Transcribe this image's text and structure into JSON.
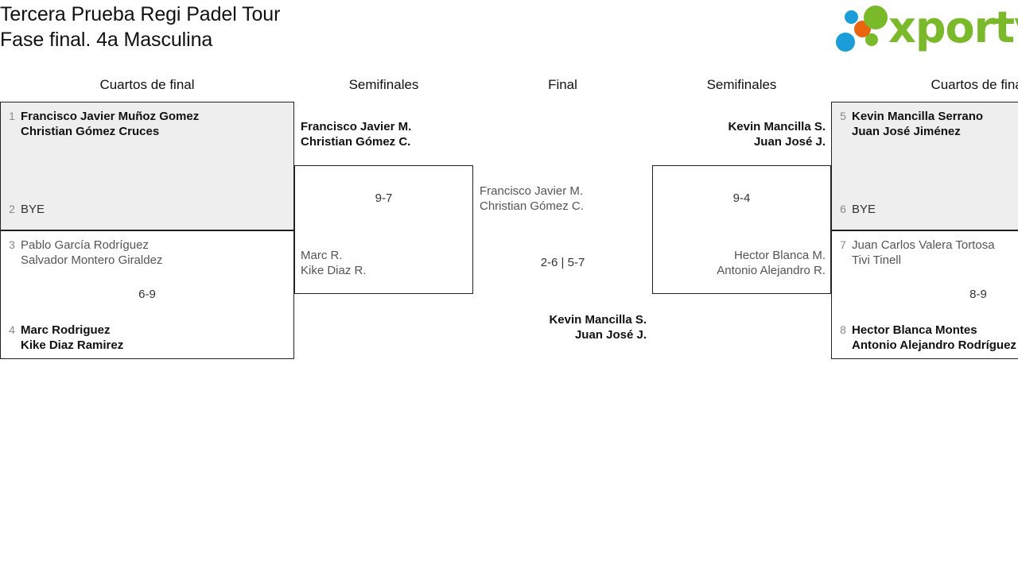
{
  "header": {
    "title": "Tercera Prueba Regi Padel Tour\nFase final. 4a Masculina",
    "logo_text": "xporty",
    "logo_colors": {
      "green": "#7ab929",
      "blue": "#1b9dd9",
      "orange": "#e8650d"
    }
  },
  "rounds": {
    "qf_left": "Cuartos de final",
    "sf_left": "Semifinales",
    "final": "Final",
    "sf_right": "Semifinales",
    "qf_right": "Cuartos de final"
  },
  "bracket": {
    "quarterfinals_left": [
      {
        "seed": "1",
        "names": "Francisco Javier Muñoz Gomez\nChristian Gómez Cruces",
        "winner": true
      },
      {
        "seed": "2",
        "names": "BYE",
        "winner": false
      },
      {
        "seed": "3",
        "names": "Pablo García Rodríguez\nSalvador Montero Giraldez",
        "winner": false
      },
      {
        "seed": "4",
        "names": "Marc Rodriguez\nKike Diaz Ramirez",
        "winner": true
      }
    ],
    "quarterfinals_right": [
      {
        "seed": "5",
        "names": "Kevin Mancilla Serrano\nJuan José Jiménez",
        "winner": true
      },
      {
        "seed": "6",
        "names": "BYE",
        "winner": false
      },
      {
        "seed": "7",
        "names": "Juan Carlos Valera Tortosa\nTivi Tinell",
        "winner": false
      },
      {
        "seed": "8",
        "names": "Hector Blanca Montes\nAntonio Alejandro Rodríguez",
        "winner": true
      }
    ],
    "semifinals_left": [
      {
        "names": "Francisco Javier M.\nChristian Gómez C.",
        "winner": true
      },
      {
        "names": "Marc R.\nKike Diaz R.",
        "winner": false
      }
    ],
    "semifinals_right": [
      {
        "names": "Kevin Mancilla S.\nJuan José J.",
        "winner": true
      },
      {
        "names": "Hector Blanca M.\nAntonio Alejandro R.",
        "winner": false
      }
    ],
    "final": [
      {
        "names": "Francisco Javier M.\nChristian Gómez C.",
        "winner": false
      },
      {
        "names": "Kevin Mancilla S.\nJuan José J.",
        "winner": true
      }
    ],
    "scores": {
      "qf_left_bottom": "6-9",
      "qf_right_bottom": "8-9",
      "sf_left": "9-7",
      "sf_right": "9-4",
      "final": "2-6 | 5-7"
    }
  }
}
